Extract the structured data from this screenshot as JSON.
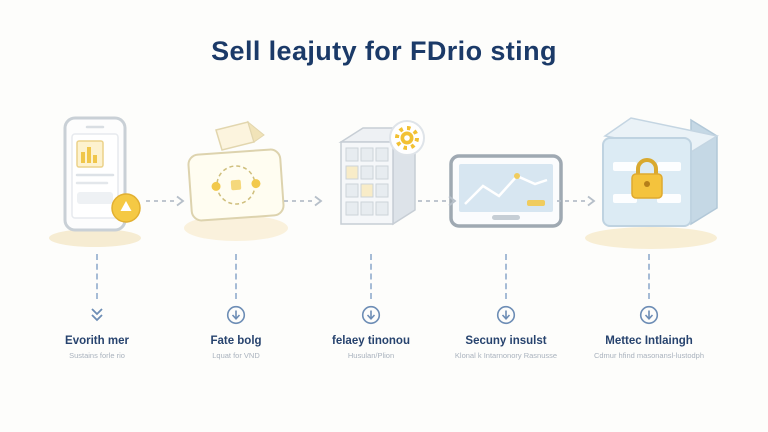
{
  "title": "Sell leajuty for FDrio sting",
  "colors": {
    "background": "#fdfdfb",
    "title_navy": "#1b3a68",
    "label_navy": "#27436e",
    "sublabel_gray": "#a9b2bd",
    "accent_yellow": "#f2c94c",
    "pale_blue": "#d7e6f1",
    "cream": "#f8eed4",
    "connector_blue": "#a6bcd6",
    "arrow_gray": "#b6bfc9"
  },
  "steps": [
    {
      "illustration": "smartphone-notification",
      "icon": "double-chevron-down",
      "label": "Evorith mer",
      "sublabel": "Sustains forle rio"
    },
    {
      "illustration": "card-with-dashed-circle",
      "icon": "arrow-down-circle",
      "label": "Fate bolg",
      "sublabel": "Lquat for VND"
    },
    {
      "illustration": "server-box-with-gear",
      "icon": "arrow-down-circle",
      "label": "felaey tinonou",
      "sublabel": "Husulan/Plion"
    },
    {
      "illustration": "tablet-chart",
      "icon": "arrow-down-circle",
      "label": "Secuny insulst",
      "sublabel": "Klonal k Intarnonory Rasnusse"
    },
    {
      "illustration": "vault-panel-lock",
      "icon": "arrow-down-circle",
      "label": "Mettec Intlaingh",
      "sublabel": "Cdmur hfind masonansl-lustodph"
    }
  ]
}
